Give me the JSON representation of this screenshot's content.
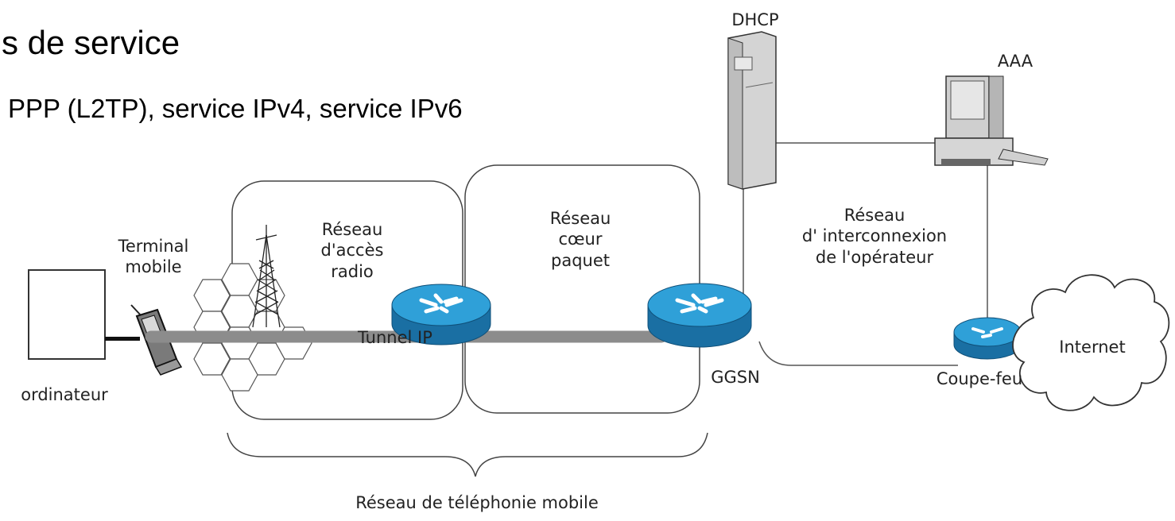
{
  "slide": {
    "title": "s de service",
    "subtitle": "PPP (L2TP), service IPv4, service IPv6"
  },
  "labels": {
    "computer": "ordinateur",
    "terminal_line1": "Terminal",
    "terminal_line2": "mobile",
    "access_line1": "Réseau",
    "access_line2": "d'accès",
    "access_line3": "radio",
    "core_line1": "Réseau",
    "core_line2": "cœur",
    "core_line3": "paquet",
    "tunnel": "Tunnel IP",
    "ggsn": "GGSN",
    "dhcp": "DHCP",
    "aaa": "AAA",
    "interconnect_line1": "Réseau",
    "interconnect_line2": "d' interconnexion",
    "interconnect_line3": "de l'opérateur",
    "firewall": "Coupe-feu",
    "internet": "Internet",
    "mobile_network": "Réseau de téléphonie mobile"
  },
  "icons": [
    "computer-icon",
    "mobile-phone-icon",
    "antenna-tower-icon",
    "router-icon",
    "server-icon",
    "workstation-icon",
    "cloud-icon"
  ],
  "colors": {
    "router_top": "#2fa0d8",
    "router_side": "#1a6fa3",
    "tunnel": "#8c8c8c",
    "line": "#555555"
  }
}
